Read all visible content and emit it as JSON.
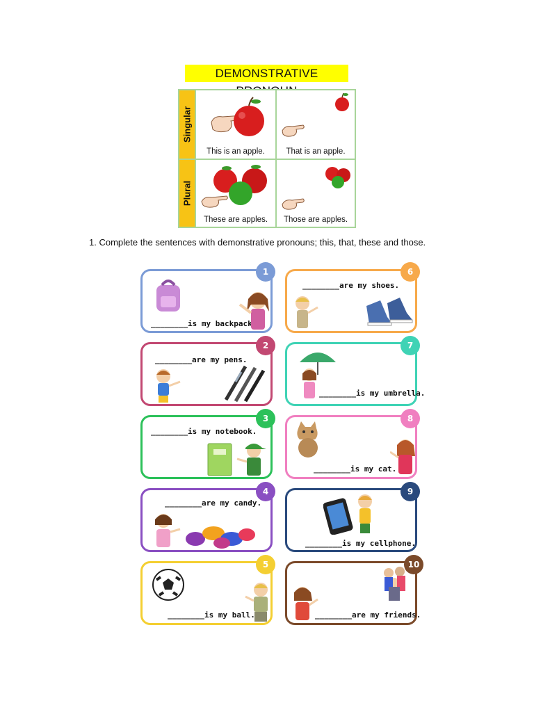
{
  "title": "DEMONSTRATIVE PRONOUN",
  "chart": {
    "rows": [
      {
        "label": "Singular",
        "left_caption": "This is an apple.",
        "right_caption": "That is an apple."
      },
      {
        "label": "Plural",
        "left_caption": "These are apples.",
        "right_caption": "Those are apples."
      }
    ]
  },
  "instruction": "1.   Complete the sentences with demonstrative pronouns; this, that, these and those.",
  "cards": [
    {
      "num": "1",
      "text": "________is my backpack.",
      "color": "#7b9bd6"
    },
    {
      "num": "6",
      "text": "________are my shoes.",
      "color": "#f7a94a"
    },
    {
      "num": "2",
      "text": "________are my pens.",
      "color": "#c24872"
    },
    {
      "num": "7",
      "text": "________is my umbrella.",
      "color": "#3fd3b5"
    },
    {
      "num": "3",
      "text": "________is my notebook.",
      "color": "#2cc15a"
    },
    {
      "num": "8",
      "text": "________is my cat.",
      "color": "#f07fc0"
    },
    {
      "num": "4",
      "text": "________are my candy.",
      "color": "#8a4fc2"
    },
    {
      "num": "9",
      "text": "________is my cellphone.",
      "color": "#2a4a7d"
    },
    {
      "num": "5",
      "text": "________is my ball.",
      "color": "#f4cf32"
    },
    {
      "num": "10",
      "text": "________are my friends.",
      "color": "#7b4a2a"
    }
  ]
}
